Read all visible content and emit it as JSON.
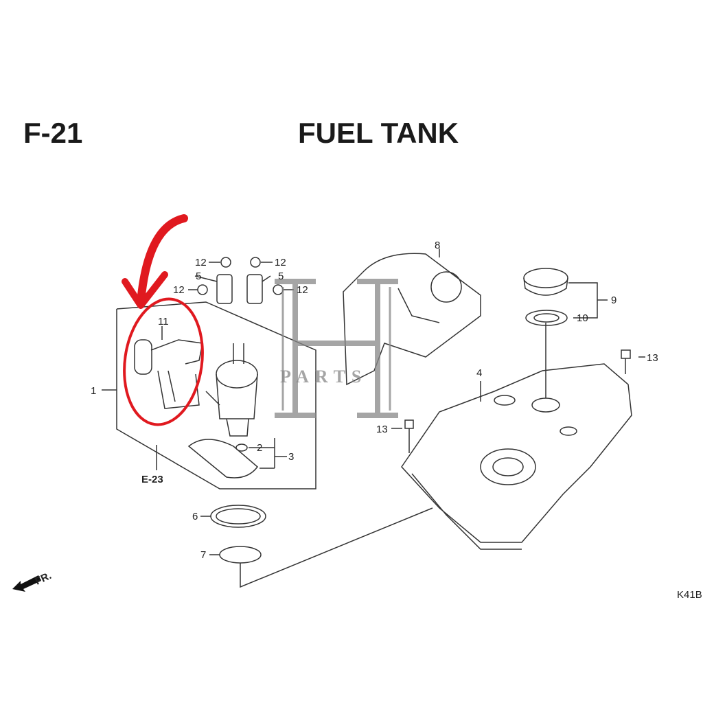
{
  "header": {
    "section_code": "F-21",
    "title": "FUEL TANK"
  },
  "callouts": {
    "c1": "1",
    "c2": "2",
    "c3": "3",
    "c4": "4",
    "c5a": "5",
    "c5b": "5",
    "c6": "6",
    "c7": "7",
    "c8": "8",
    "c9": "9",
    "c10": "10",
    "c11": "11",
    "c12a": "12",
    "c12b": "12",
    "c12c": "12",
    "c12d": "12",
    "c13a": "13",
    "c13b": "13"
  },
  "references": {
    "e23": "E-23",
    "front": "FR.",
    "diagram_code": "K41B"
  },
  "watermark": {
    "letter": "H",
    "text": "PARTS"
  },
  "colors": {
    "highlight": "#e0191f",
    "line": "#333333"
  }
}
